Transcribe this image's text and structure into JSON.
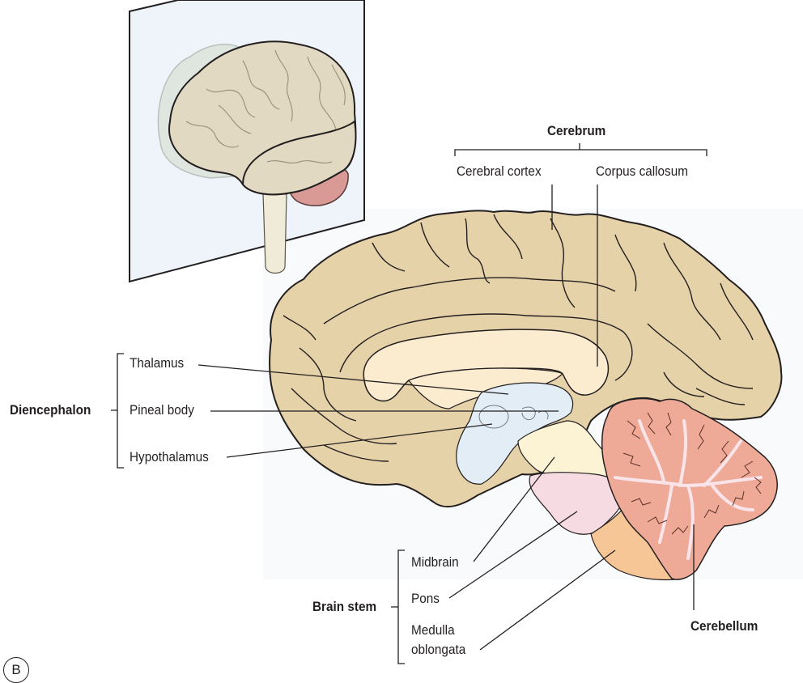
{
  "figure": {
    "panel_letter": "B",
    "subject": "Midsagittal section of the human brain with inset lateral view",
    "colors": {
      "cerebrum_cortex": "#e6d2a8",
      "corpus_callosum": "#fbecd0",
      "diencephalon": "#e3edf6",
      "midbrain": "#fbf3d4",
      "pons": "#f7dbe2",
      "medulla_oblongata": "#f6c696",
      "cerebellum": "#eeaa96",
      "inset_plane": "#eef4f9",
      "inset_brain": "#ded5c0",
      "outline": "#231f20"
    }
  },
  "labels": {
    "cerebrum": {
      "group": "Cerebrum",
      "items": [
        "Cerebral cortex",
        "Corpus callosum"
      ]
    },
    "diencephalon": {
      "group": "Diencephalon",
      "items": [
        "Thalamus",
        "Pineal body",
        "Hypothalamus"
      ]
    },
    "brain_stem": {
      "group": "Brain stem",
      "items": [
        "Midbrain",
        "Pons",
        "Medulla\noblongata"
      ],
      "medulla_line1": "Medulla",
      "medulla_line2": "oblongata"
    },
    "cerebellum": "Cerebellum"
  }
}
